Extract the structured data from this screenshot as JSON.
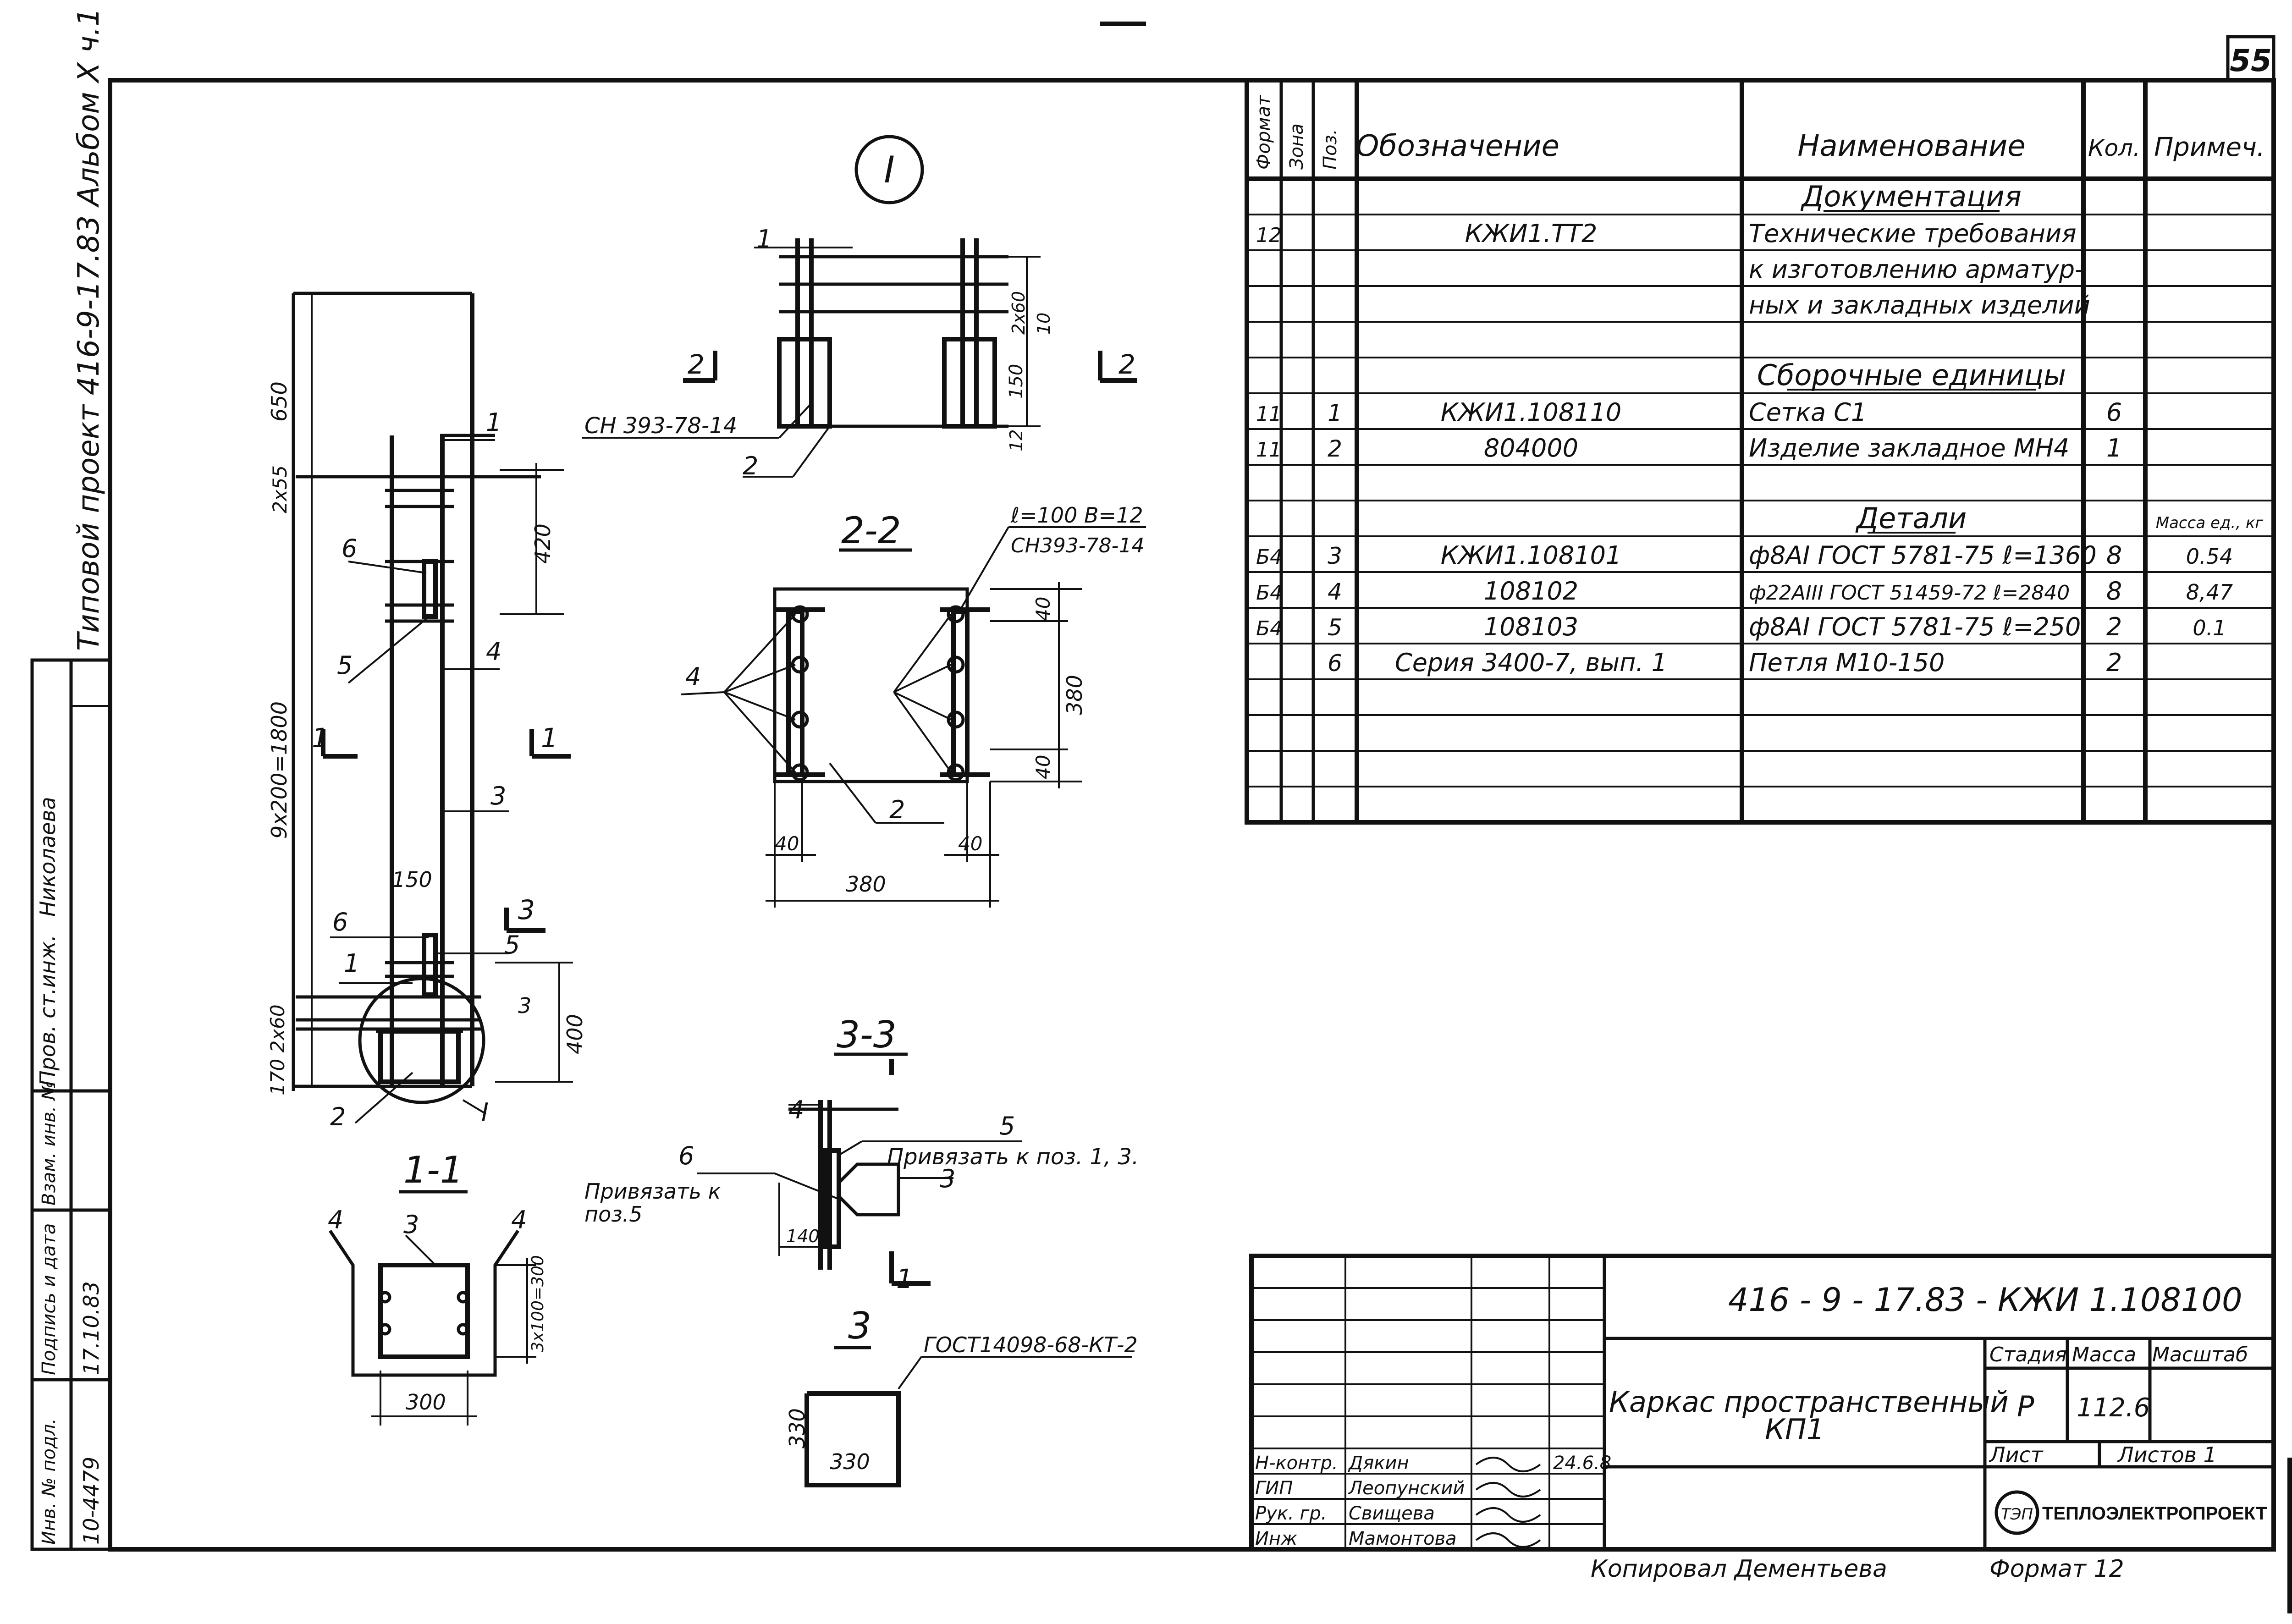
{
  "page_number": "55",
  "left_stamp": {
    "album_title": "Типовой проект 416-9-17.83 Альбом X ч.1",
    "checked_role": "Пров. ст.инж.",
    "checked_name": "Николаева",
    "field_inv_podl": "Инв. № подл.",
    "field_sign_date": "Подпись и дата",
    "field_vzam_inv": "Взам. инв. №",
    "inv_value": "10-4479",
    "date_value": "17.10.83"
  },
  "drawing": {
    "detail_mark": "I",
    "dims": {
      "d650": "650",
      "d2x55": "2х55",
      "d420": "420",
      "d9x200": "9х200=1800",
      "d150": "150",
      "d170_2x60": "170 2х60",
      "d400": "400",
      "d3": "3",
      "d2x60": "2х60",
      "d10": "10",
      "d150b": "150",
      "d12": "12",
      "d40": "40",
      "d380": "380",
      "d140": "140",
      "d300": "300",
      "d3x100": "3х100=300",
      "d330": "330"
    },
    "positions": {
      "p1": "1",
      "p2": "2",
      "p3": "3",
      "p4": "4",
      "p5": "5",
      "p6": "6"
    },
    "section_arrows": {
      "s1": "1",
      "s2": "2",
      "s3": "3"
    },
    "section_titles": {
      "s11": "1-1",
      "s22": "2-2",
      "s33": "3-3",
      "part3": "3"
    },
    "notes": {
      "weld_top": "СН 393-78-14",
      "weld_22": "СН393-78-14",
      "l100": "ℓ=100 В=12",
      "tie5": "Привязать к поз. 1, 3.",
      "tie6_a": "Привязать к",
      "tie6_b": "поз.5",
      "gost3": "ГОСТ14098-68-КТ-2"
    }
  },
  "spec": {
    "headers": {
      "format": "Формат",
      "zone": "Зона",
      "pos": "Поз.",
      "designation": "Обозначение",
      "name": "Наименование",
      "qty": "Кол.",
      "note": "Примеч."
    },
    "rows": [
      {
        "format": "",
        "pos": "",
        "designation": "",
        "name": "Документация",
        "qty": "",
        "note": "",
        "section": true
      },
      {
        "format": "12",
        "pos": "",
        "designation": "КЖИ1.ТТ2",
        "name": "Технические требования",
        "qty": "",
        "note": ""
      },
      {
        "format": "",
        "pos": "",
        "designation": "",
        "name": "к изготовлению арматур-",
        "qty": "",
        "note": ""
      },
      {
        "format": "",
        "pos": "",
        "designation": "",
        "name": "ных и закладных изделий",
        "qty": "",
        "note": ""
      },
      {
        "format": "",
        "pos": "",
        "designation": "",
        "name": "",
        "qty": "",
        "note": ""
      },
      {
        "format": "",
        "pos": "",
        "designation": "",
        "name": "Сборочные единицы",
        "qty": "",
        "note": "",
        "section": true
      },
      {
        "format": "11",
        "pos": "1",
        "designation": "КЖИ1.108110",
        "name": "Сетка С1",
        "qty": "6",
        "note": ""
      },
      {
        "format": "11",
        "pos": "2",
        "designation": "804000",
        "name": "Изделие закладное МН4",
        "qty": "1",
        "note": ""
      },
      {
        "format": "",
        "pos": "",
        "designation": "",
        "name": "",
        "qty": "",
        "note": ""
      },
      {
        "format": "",
        "pos": "",
        "designation": "",
        "name": "Детали",
        "qty": "",
        "note": "Масса ед., кг",
        "section": true
      },
      {
        "format": "Б4",
        "pos": "3",
        "designation": "КЖИ1.108101",
        "name": "ф8АI ГОСТ 5781-75 ℓ=1360",
        "qty": "8",
        "note": "0.54"
      },
      {
        "format": "Б4",
        "pos": "4",
        "designation": "108102",
        "name": "ф22АIII ГОСТ 51459-72 ℓ=2840",
        "qty": "8",
        "note": "8,47"
      },
      {
        "format": "Б4",
        "pos": "5",
        "designation": "108103",
        "name": "ф8АI ГОСТ 5781-75 ℓ=250",
        "qty": "2",
        "note": "0.1"
      },
      {
        "format": "",
        "pos": "6",
        "designation": "Серия 3400-7, вып. 1",
        "name": "Петля М10-150",
        "qty": "2",
        "note": ""
      },
      {
        "format": "",
        "pos": "",
        "designation": "",
        "name": "",
        "qty": "",
        "note": ""
      },
      {
        "format": "",
        "pos": "",
        "designation": "",
        "name": "",
        "qty": "",
        "note": ""
      },
      {
        "format": "",
        "pos": "",
        "designation": "",
        "name": "",
        "qty": "",
        "note": ""
      },
      {
        "format": "",
        "pos": "",
        "designation": "",
        "name": "",
        "qty": "",
        "note": ""
      }
    ]
  },
  "title_block": {
    "code": "416 - 9 - 17.83 - КЖИ 1.108100",
    "title_line1": "Каркас пространственный",
    "title_line2": "КП1",
    "stage_label": "Стадия",
    "mass_label": "Масса",
    "scale_label": "Масштаб",
    "stage_value": "Р",
    "mass_value": "112.6",
    "sheet_label": "Лист",
    "sheets_label": "Листов 1",
    "org": "ТЕПЛОЭЛЕКТРОПРОЕКТ",
    "org_logo": "ТЭП",
    "signers": [
      {
        "role": "Н-контр.",
        "name": "Дякин",
        "date": "24.6.8"
      },
      {
        "role": "ГИП",
        "name": "Леопунский",
        "date": ""
      },
      {
        "role": "Рук. гр.",
        "name": "Свищева",
        "date": ""
      },
      {
        "role": "Инж",
        "name": "Мамонтова",
        "date": ""
      }
    ]
  },
  "footer": {
    "copied_by": "Копировал Дементьева",
    "format": "Формат 12"
  }
}
